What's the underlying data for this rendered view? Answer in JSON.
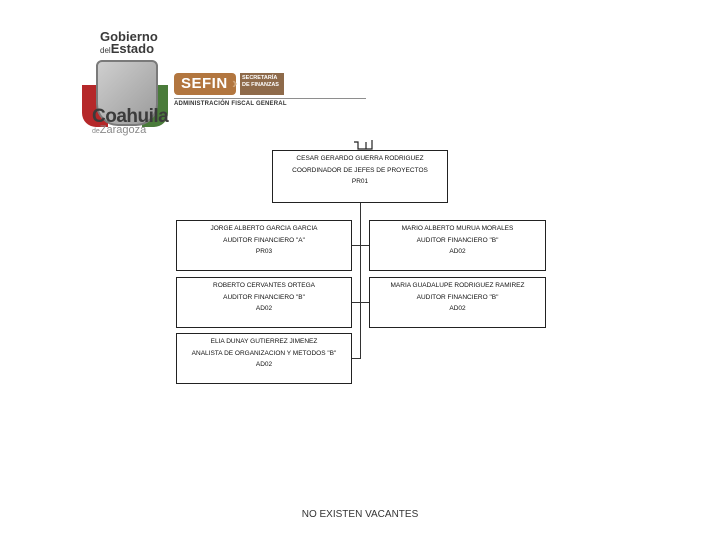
{
  "logo": {
    "gobierno": "Gobierno",
    "del": "del",
    "estado": "Estado",
    "coahuila": "Coahuila",
    "de": "de",
    "zaragoza": "Zaragoza",
    "sefin": "SEFIN",
    "secretaria": "SECRETARÍA DE FINANZAS",
    "administracion": "ADMINISTRACIÓN FISCAL GENERAL"
  },
  "org": {
    "head": {
      "name": "CESAR GERARDO GUERRA RODRIGUEZ",
      "title": "COORDINADOR DE JEFES DE PROYECTOS",
      "code": "PR01"
    },
    "left": [
      {
        "name": "JORGE ALBERTO GARCIA GARCIA",
        "title": "AUDITOR FINANCIERO \"A\"",
        "code": "PR03"
      },
      {
        "name": "ROBERTO CERVANTES ORTEGA",
        "title": "AUDITOR FINANCIERO \"B\"",
        "code": "AD02"
      },
      {
        "name": "ELIA DUNAY GUTIERREZ JIMENEZ",
        "title": "ANALISTA DE ORGANIZACION Y METODOS \"B\"",
        "code": "AD02"
      }
    ],
    "right": [
      {
        "name": "MARIO ALBERTO MURUA MORALES",
        "title": "AUDITOR FINANCIERO \"B\"",
        "code": "AD02"
      },
      {
        "name": "MARIA GUADALUPE RODRIGUEZ RAMIREZ",
        "title": "AUDITOR FINANCIERO \"B\"",
        "code": "AD02"
      }
    ]
  },
  "footer": "NO EXISTEN VACANTES"
}
